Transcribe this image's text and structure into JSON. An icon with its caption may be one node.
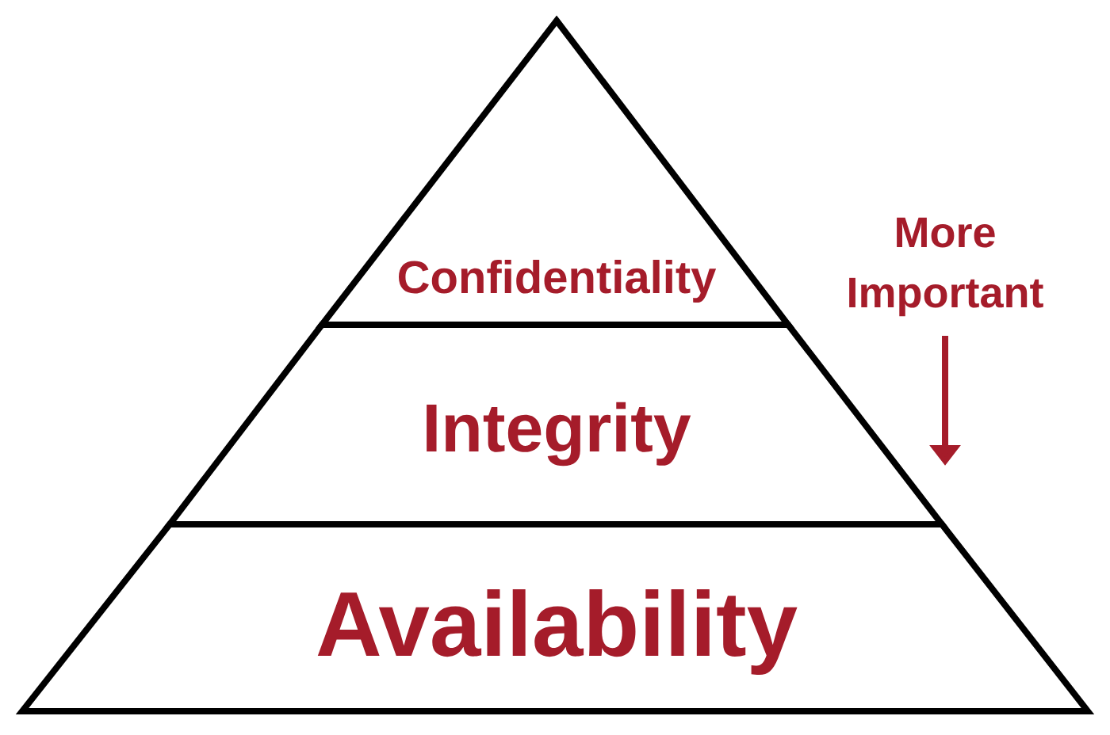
{
  "diagram": {
    "nodes": [
      {
        "text": [
          "Confidentiality"
        ]
      },
      {
        "text": [
          "Integrity"
        ]
      },
      {
        "text": [
          "Availability"
        ]
      }
    ],
    "labels": [
      "More Important"
    ]
  }
}
